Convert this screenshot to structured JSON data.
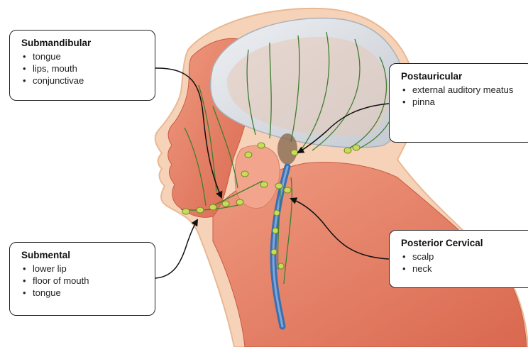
{
  "callouts": {
    "submandibular": {
      "title": "Submandibular",
      "items": [
        "tongue",
        "lips, mouth",
        "conjunctivae"
      ]
    },
    "submental": {
      "title": "Submental",
      "items": [
        "lower lip",
        "floor of mouth",
        "tongue"
      ]
    },
    "postauricular": {
      "title": "Postauricular",
      "items": [
        "external auditory meatus",
        "pinna"
      ]
    },
    "posterior_cervical": {
      "title": "Posterior Cervical",
      "items": [
        "scalp",
        "neck"
      ]
    }
  },
  "colors": {
    "muscle": "#e8826a",
    "muscle_dark": "#c85a44",
    "skin_outline": "#f4c9a8",
    "skull": "#d9dde3",
    "lymph_vessel": "#3f7d2e",
    "lymph_node": "#c9dc5a",
    "vein": "#3b6fb0",
    "gland": "#f0a088",
    "arrow": "#111111"
  },
  "illustration": {
    "subject": "lateral view of head and neck showing lymph nodes and vessels",
    "icon": "head-anatomy-illustration"
  }
}
